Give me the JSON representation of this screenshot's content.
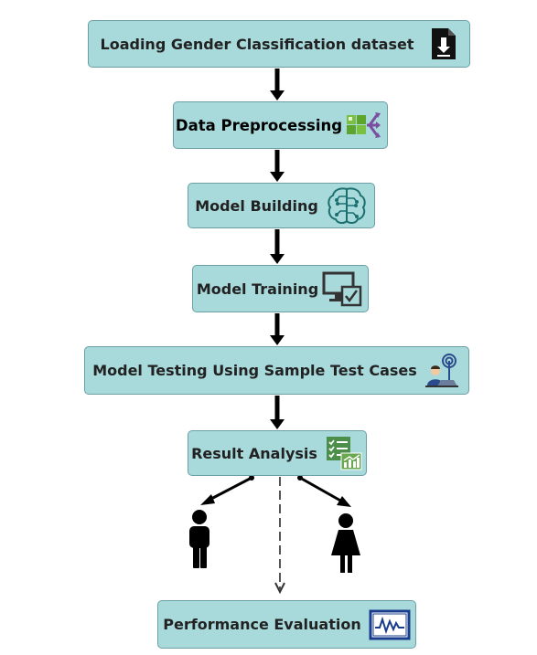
{
  "stages": {
    "load": "Loading Gender Classification dataset",
    "preprocess": "Data Preprocessing",
    "build": "Model Building",
    "train": "Model Training",
    "test": "Model Testing Using Sample Test Cases",
    "result": "Result Analysis",
    "performance": "Performance Evaluation"
  },
  "icons": {
    "load": "file-download-icon",
    "preprocess": "data-split-icon",
    "build": "brain-circuit-icon",
    "train": "monitor-check-icon",
    "test": "person-antenna-icon",
    "result": "checklist-chart-icon",
    "performance": "waveform-monitor-icon",
    "male": "male-person-icon",
    "female": "female-person-icon"
  },
  "colors": {
    "box_fill": "#a8dadc",
    "box_border": "#6b9fa3",
    "arrow": "#000000"
  }
}
